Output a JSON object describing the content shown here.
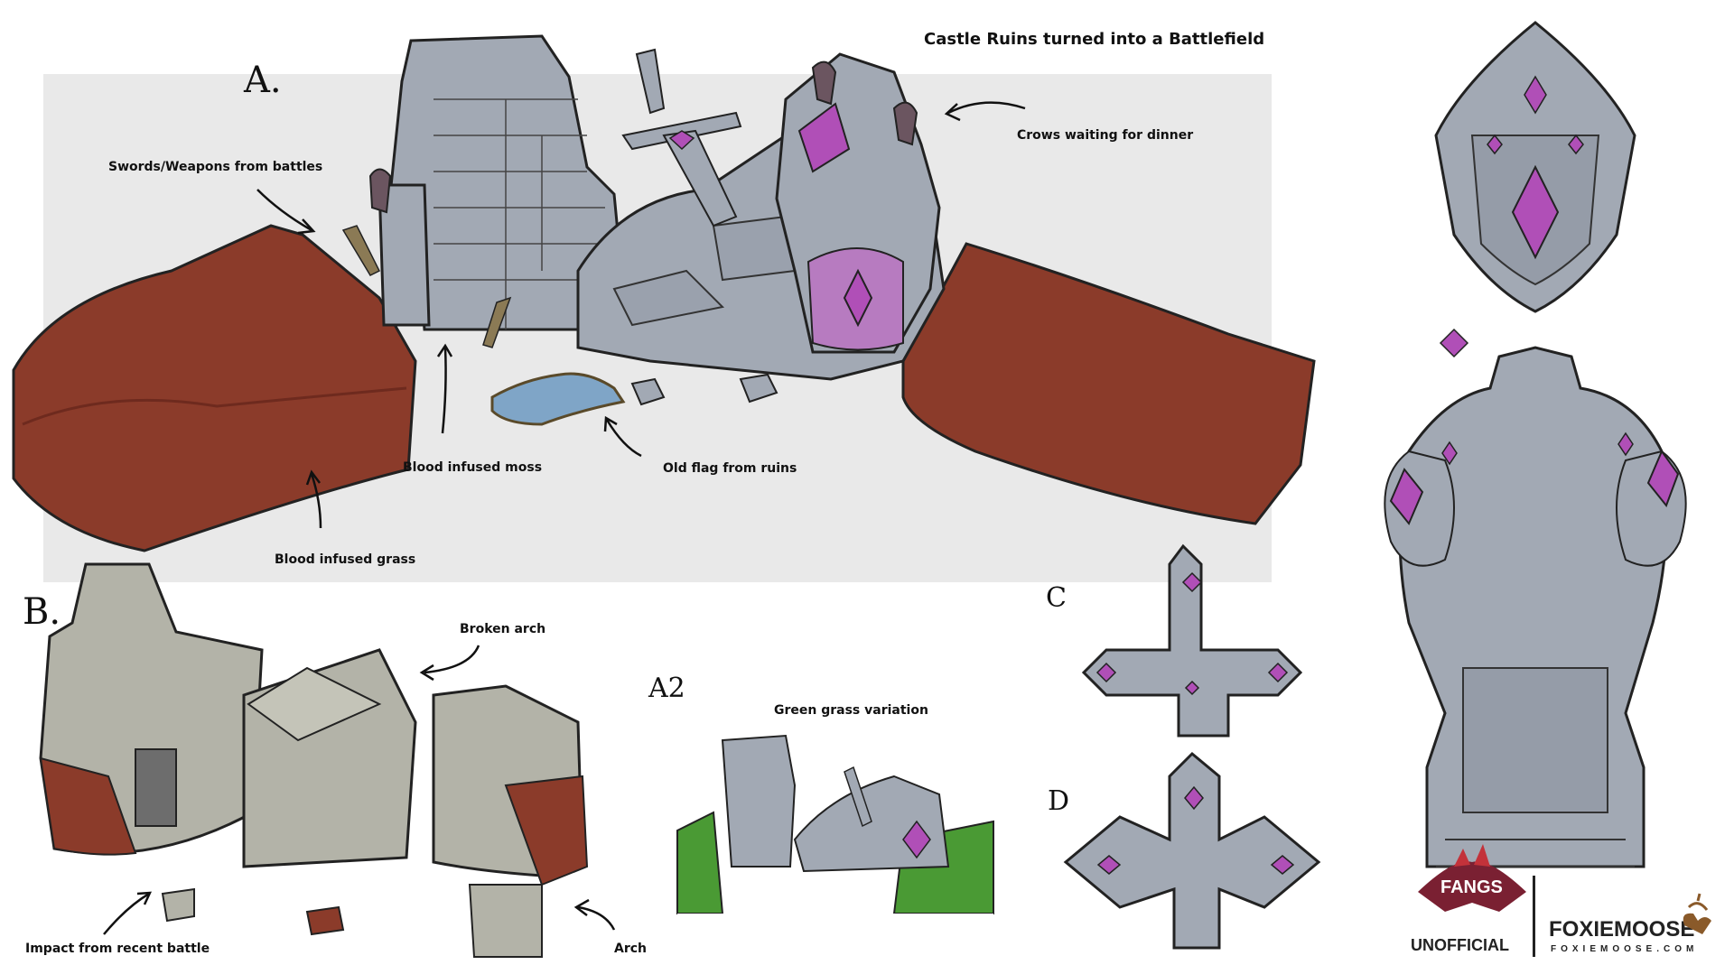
{
  "title": "Castle Ruins turned into a Battlefield",
  "sections": {
    "a": "A.",
    "a2": "A2",
    "b": "B.",
    "c": "C",
    "d": "D"
  },
  "annotations": {
    "swords": "Swords/Weapons from battles",
    "crows": "Crows waiting for dinner",
    "moss": "Blood infused moss",
    "flag": "Old flag from ruins",
    "grass": "Blood infused grass",
    "broken_arch": "Broken arch",
    "green_grass": "Green grass variation",
    "impact": "Impact from recent battle",
    "arch": "Arch"
  },
  "logos": {
    "fangs": "FANGS",
    "unofficial": "UNOFFICIAL",
    "foxiemoose": "FOXIEMOOSE",
    "foxiemoose_url": "FOXIEMOOSE.COM"
  },
  "colors": {
    "blood": "#8b3b2a",
    "stone": "#a2a9b4",
    "stone_b": "#b3b3a8",
    "gem": "#b04fb7",
    "green": "#4a9a34",
    "panel": "#e9e9e9"
  },
  "icons": [
    "crow-icon",
    "sword-icon",
    "shield-icon",
    "cross-icon",
    "fangs-logo-icon",
    "moose-antler-icon"
  ]
}
